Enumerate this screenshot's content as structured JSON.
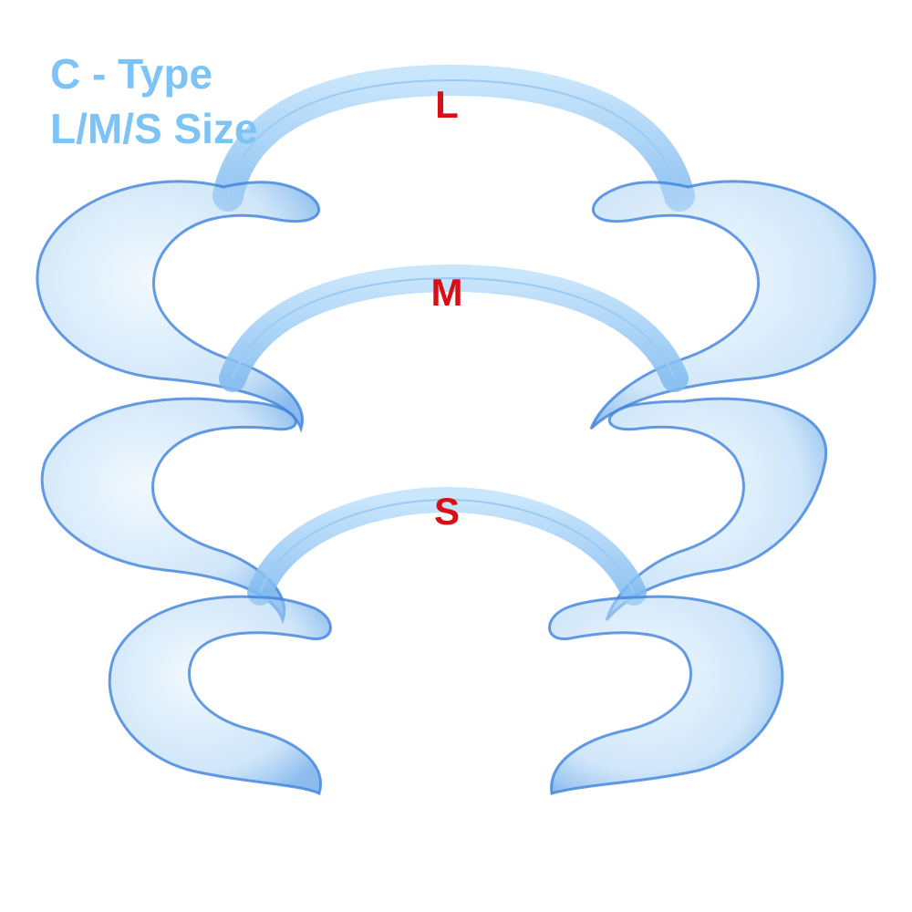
{
  "heading": {
    "line1": "C - Type",
    "line2": "L/M/S Size"
  },
  "size_labels": {
    "large": "L",
    "medium": "M",
    "small": "S"
  },
  "colors": {
    "heading_text": "#7ec3f5",
    "size_label_text": "#d80f14",
    "retractor_blue": "#6aaee8",
    "retractor_edge": "#2f6fd0",
    "background": "#ffffff"
  }
}
